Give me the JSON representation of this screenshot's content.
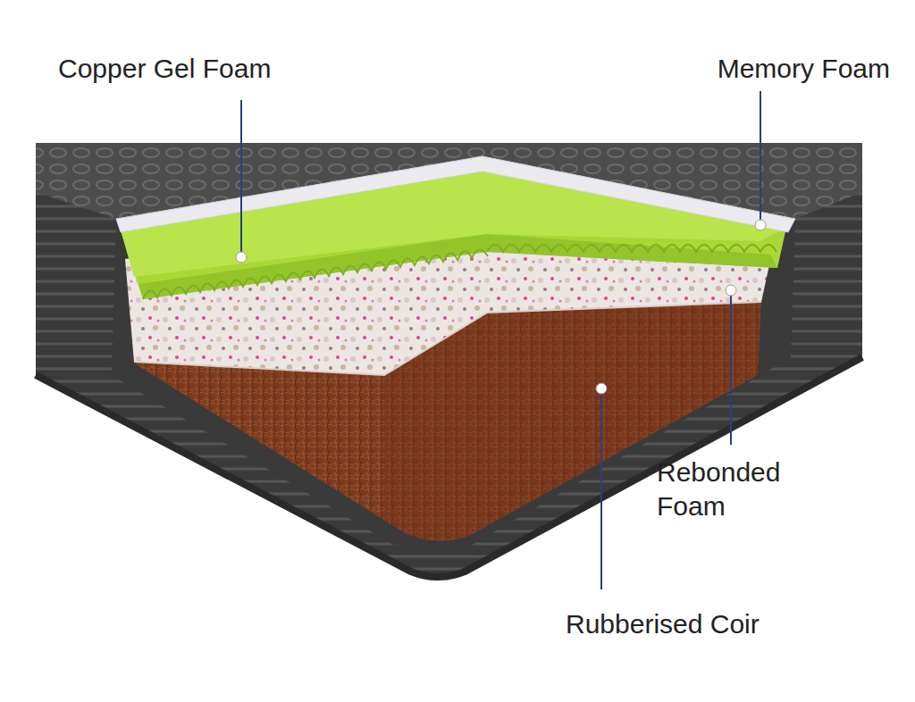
{
  "diagram": {
    "labels": [
      "Copper Gel Foam",
      "Memory Foam",
      "Rebonded Foam",
      "Rubberised Coir"
    ]
  }
}
